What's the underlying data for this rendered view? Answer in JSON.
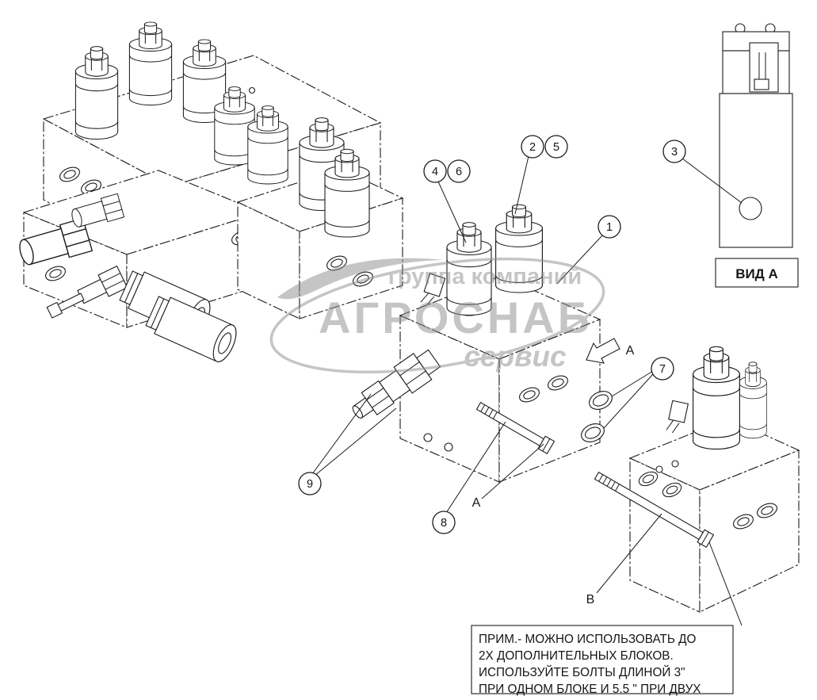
{
  "watermark": {
    "line1": "группа компаний",
    "line2": "АГРОСНАБ",
    "line3": "сервис"
  },
  "detail_view": {
    "label": "ВИД A"
  },
  "callouts": {
    "c1": "1",
    "c2": "2",
    "c3": "3",
    "c4": "4",
    "c5": "5",
    "c6": "6",
    "c7": "7",
    "c8": "8",
    "c9": "9"
  },
  "markers": {
    "view_arrow": "A",
    "bolt_middle": "A",
    "bolt_right": "B"
  },
  "note": {
    "line1": "ПРИМ.- МОЖНО ИСПОЛЬЗОВАТЬ ДО",
    "line2": "2X ДОПОЛНИТЕЛЬНЫХ БЛОКОВ.",
    "line3": "ИСПОЛЬЗУЙТЕ БОЛТЫ ДЛИНОЙ 3\"",
    "line4": "ПРИ ОДНОМ БЛОКЕ И 5.5 \" ПРИ ДВУХ"
  }
}
